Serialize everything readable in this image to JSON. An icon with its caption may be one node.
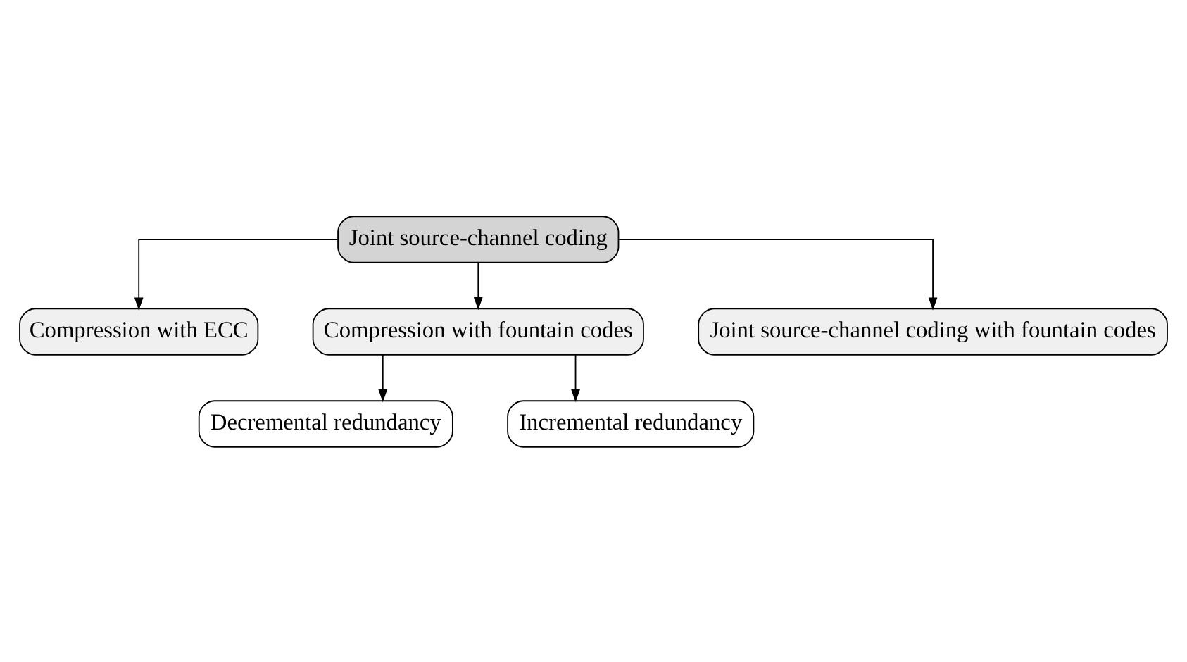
{
  "diagram": {
    "nodes": [
      {
        "text": [
          "Joint source-channel coding"
        ]
      },
      {
        "text": [
          "Compression with ECC"
        ]
      },
      {
        "text": [
          "Compression with fountain codes"
        ]
      },
      {
        "text": [
          "Joint source-channel coding with fountain codes"
        ]
      },
      {
        "text": [
          "Decremental redundancy"
        ]
      },
      {
        "text": [
          "Incremental redundancy"
        ]
      }
    ],
    "edges": [
      {
        "from": 0,
        "to": 1,
        "arrow": "to"
      },
      {
        "from": 0,
        "to": 2,
        "arrow": "to"
      },
      {
        "from": 0,
        "to": 3,
        "arrow": "to"
      },
      {
        "from": 2,
        "to": 4,
        "arrow": "to"
      },
      {
        "from": 2,
        "to": 5,
        "arrow": "to"
      }
    ]
  }
}
